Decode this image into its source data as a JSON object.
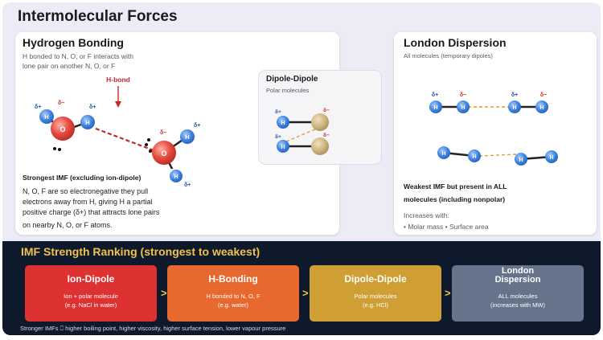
{
  "page": {
    "title": "Intermolecular Forces"
  },
  "hydrogen_bonding": {
    "title": "Hydrogen Bonding",
    "subtitle_line1": "H bonded to N, O, or F interacts with",
    "subtitle_line2": "lone pair on another N, O, or F",
    "hbond_label": "H-bond",
    "charge_pos": "δ+",
    "charge_neg": "δ−",
    "atom_h": "H",
    "atom_o": "O",
    "strongest": "Strongest IMF (excluding ion-dipole)",
    "body_lines": [
      "N, O, F are so electronegative they pull",
      "electrons away from H, giving H a partial",
      "positive charge (δ+) that attracts lone pairs",
      "on nearby N, O, or F atoms."
    ]
  },
  "dipole_dipole": {
    "title": "Dipole-Dipole",
    "subtitle": "Polar molecules",
    "charge_pos": "δ+",
    "charge_neg": "δ−",
    "atom_h": "H"
  },
  "london": {
    "title": "London Dispersion",
    "subtitle": "All molecules (temporary dipoles)",
    "charge_pos": "δ+",
    "charge_neg": "δ−",
    "atom_h": "H",
    "weakest_line1": "Weakest IMF but present in ALL",
    "weakest_line2": "molecules (including nonpolar)",
    "increases": "Increases with:",
    "factors": "• Molar mass  • Surface area"
  },
  "ranking": {
    "title": "IMF Strength Ranking (strongest to weakest)",
    "separator": ">",
    "items": [
      {
        "name": "Ion-Dipole",
        "line1": "Ion + polar molecule",
        "line2": "(e.g. NaCl in water)",
        "color": "#de3232"
      },
      {
        "name": "H-Bonding",
        "line1": "H bonded to N, O, F",
        "line2": "(e.g. water)",
        "color": "#e8692f"
      },
      {
        "name": "Dipole-Dipole",
        "line1": "Polar molecules",
        "line2": "(e.g. HCl)",
        "color": "#cf9e34"
      },
      {
        "name_line1": "London",
        "name_line2": "Dispersion",
        "line1": "ALL molecules",
        "line2": "(increases with MW)",
        "color": "#65748a"
      }
    ],
    "footnote": "Stronger IMFs ⎕ higher boiling point, higher viscosity, higher surface tension, lower vapour pressure"
  }
}
